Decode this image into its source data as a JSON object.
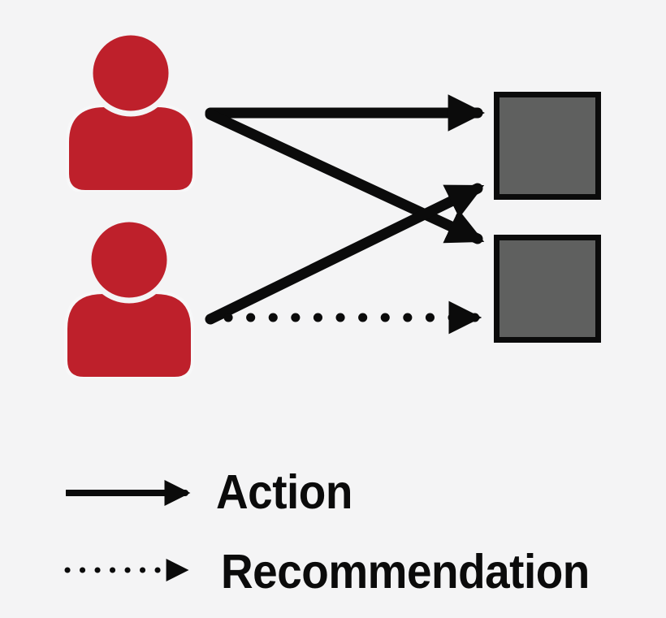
{
  "palette": {
    "background": "#f4f4f5",
    "user_red": "#be202b",
    "user_halo": "#f7f7f8",
    "item_gray": "#5f605f",
    "item_border": "#0b0b0b",
    "arrow_black": "#0b0b0b"
  },
  "diagram": {
    "users": [
      {
        "id": "user-1"
      },
      {
        "id": "user-2"
      }
    ],
    "items": [
      {
        "id": "item-1"
      },
      {
        "id": "item-2"
      }
    ],
    "edges": [
      {
        "from": "user-1",
        "to": "item-1",
        "type": "action",
        "style": "solid"
      },
      {
        "from": "user-1",
        "to": "item-2",
        "type": "action",
        "style": "solid"
      },
      {
        "from": "user-2",
        "to": "item-1",
        "type": "action",
        "style": "solid"
      },
      {
        "from": "user-2",
        "to": "item-2",
        "type": "recommendation",
        "style": "dotted"
      }
    ]
  },
  "legend": {
    "items": [
      {
        "style": "solid",
        "label": "Action"
      },
      {
        "style": "dotted",
        "label": "Recommendation"
      }
    ]
  }
}
